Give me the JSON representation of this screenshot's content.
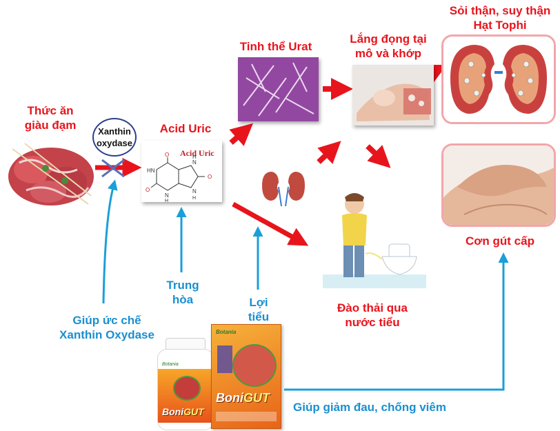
{
  "food": {
    "label_line1": "Thức ăn",
    "label_line2": "giàu đạm"
  },
  "enzyme": {
    "line1": "Xanthin",
    "line2": "oxydase"
  },
  "acid_uric": {
    "label": "Acid Uric",
    "molecule_title": "Acid Uric",
    "atoms": [
      "O",
      "HN",
      "N",
      "H",
      "N",
      "O",
      "O",
      "H",
      "N",
      "H"
    ]
  },
  "urat": {
    "label": "Tinh thể Urat"
  },
  "deposit": {
    "label_line1": "Lắng đọng tại",
    "label_line2": "mô và khớp"
  },
  "kidney_damage": {
    "label_line1": "Sỏi thận, suy thận",
    "label_line2": "Hạt Tophi"
  },
  "acute_gout": {
    "label": "Cơn gút cấp"
  },
  "excretion": {
    "label_line1": "Đào thải qua",
    "label_line2": "nước tiểu"
  },
  "actions": {
    "inhibit_line1": "Giúp ức chế",
    "inhibit_line2": "Xanthin Oxydase",
    "neutralize_line1": "Trung",
    "neutralize_line2": "hòa",
    "diuretic_line1": "Lợi",
    "diuretic_line2": "tiểu",
    "pain_relief": "Giúp giảm đau, chống viêm"
  },
  "product": {
    "brand": "Boni",
    "name_suffix": "GUT",
    "maker": "Botania"
  },
  "colors": {
    "red_arrow": "#e8141c",
    "blue_arrow": "#1a9fd8",
    "red_text": "#e8141c",
    "blue_text": "#1a8fd0"
  }
}
